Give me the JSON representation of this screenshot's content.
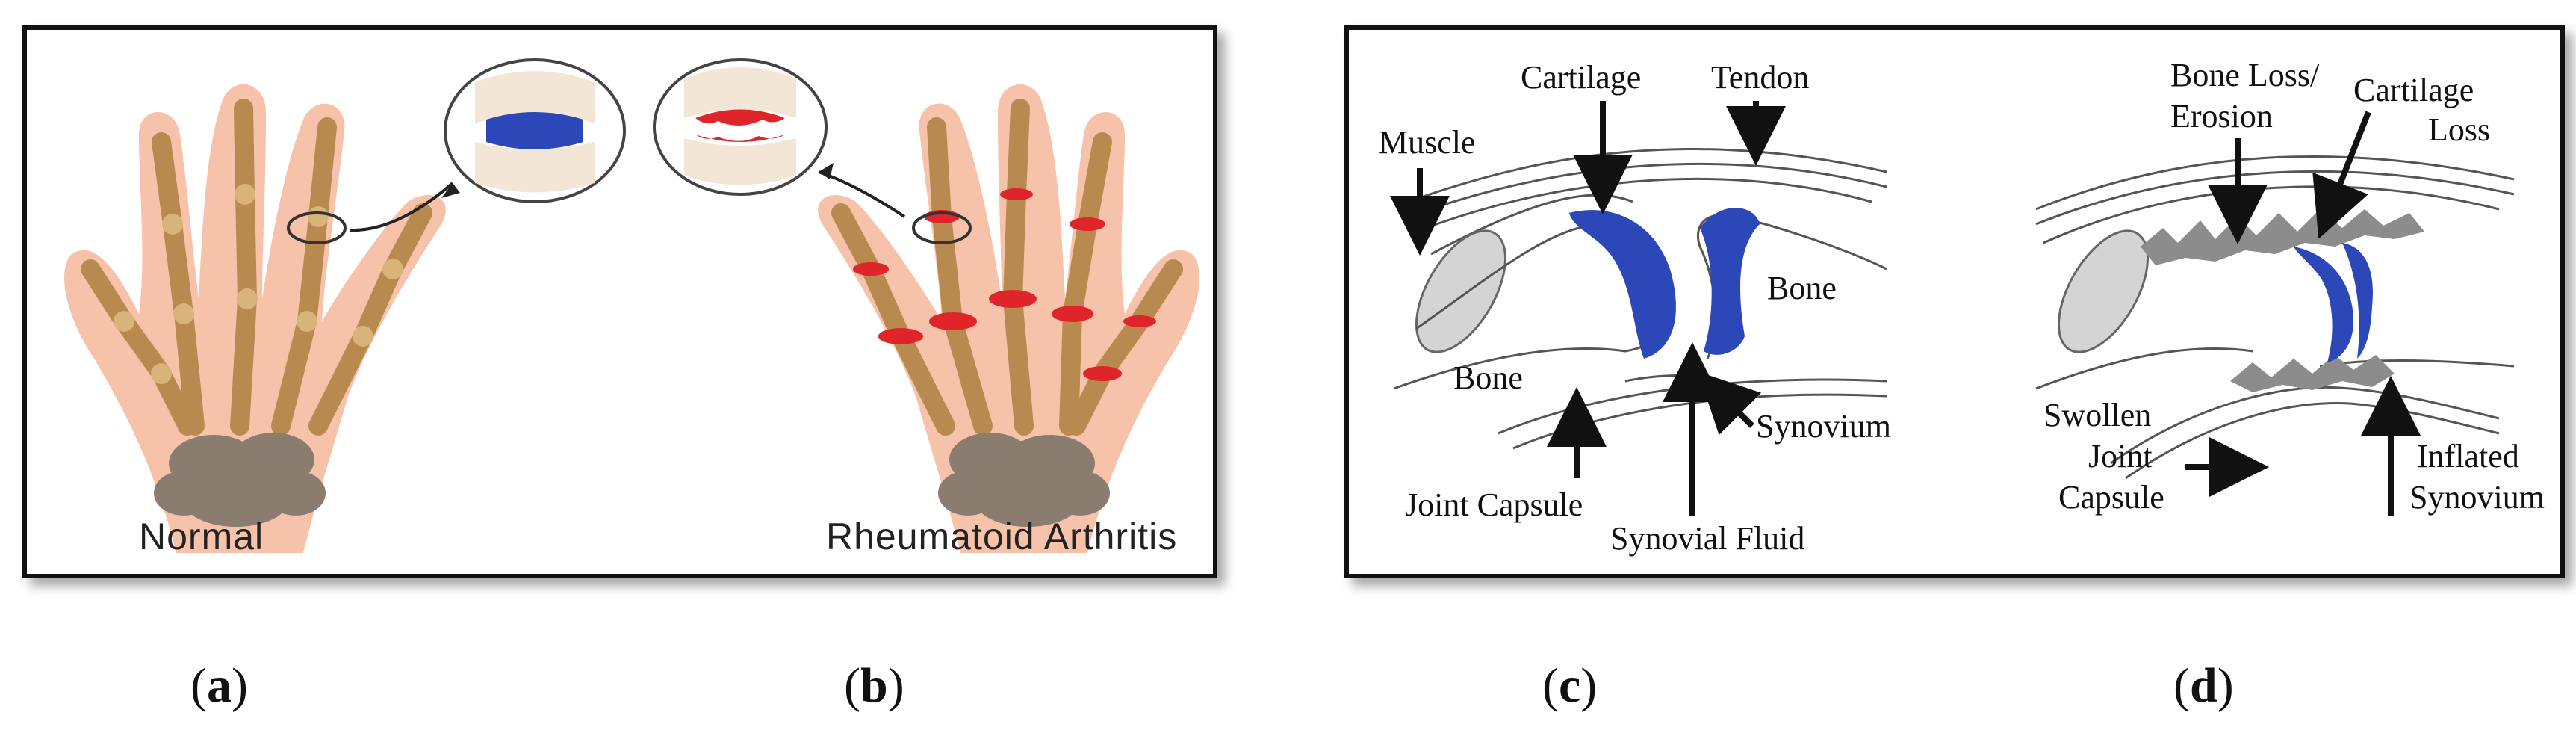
{
  "panel_a_caption": "Normal",
  "panel_b_caption": "Rheumatoid Arthritis",
  "panel_c_labels": {
    "muscle": "Muscle",
    "cartilage": "Cartilage",
    "tendon": "Tendon",
    "bone_right": "Bone",
    "bone_left": "Bone",
    "synovium": "Synovium",
    "joint_capsule": "Joint Capsule",
    "synovial_fluid": "Synovial Fluid"
  },
  "panel_d_labels": {
    "bone_loss_line1": "Bone Loss/",
    "bone_loss_line2": "Erosion",
    "cartilage_loss_line1": "Cartilage",
    "cartilage_loss_line2": "Loss",
    "swollen_line1": "Swollen",
    "swollen_line2": "Joint",
    "swollen_line3": "Capsule",
    "inflated_line1": "Inflated",
    "inflated_line2": "Synovium"
  },
  "sublabels": {
    "a": "a",
    "b": "b",
    "c": "c",
    "d": "d"
  },
  "colors": {
    "skin": "#f6c2aa",
    "bone": "#b88a4f",
    "carpal": "#8a7d70",
    "cartilage": "#2b47b8",
    "inflammation": "#e0252a",
    "frame": "#111111"
  }
}
